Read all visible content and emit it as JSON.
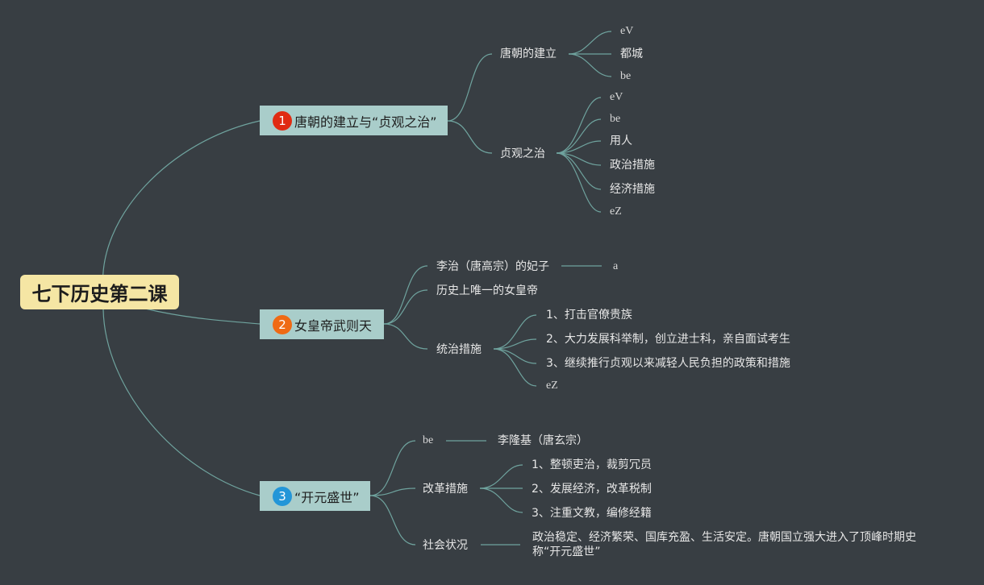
{
  "root": "七下历史第二课",
  "branches": [
    {
      "number": "1",
      "number_color": "#e02b12",
      "label": "唐朝的建立与“贞观之治”",
      "children": [
        {
          "label": "唐朝的建立",
          "items": [
            "eV",
            "都城",
            "be"
          ]
        },
        {
          "label": "贞观之治",
          "items": [
            "eV",
            "be",
            "用人",
            "政治措施",
            "经济措施",
            "eZ"
          ]
        }
      ]
    },
    {
      "number": "2",
      "number_color": "#ef6a14",
      "label": "女皇帝武则天",
      "children": [
        {
          "label": "李治（唐高宗）的妃子",
          "items": [
            "a"
          ]
        },
        {
          "label": "历史上唯一的女皇帝"
        },
        {
          "label": "统治措施",
          "items": [
            "1、打击官僚贵族",
            "2、大力发展科举制，创立进士科，亲自面试考生",
            "3、继续推行贞观以来减轻人民负担的政策和措施",
            "eZ"
          ]
        }
      ]
    },
    {
      "number": "3",
      "number_color": "#2396d8",
      "label": "“开元盛世”",
      "children": [
        {
          "label": "be",
          "items": [
            "李隆基（唐玄宗）"
          ]
        },
        {
          "label": "改革措施",
          "items": [
            "1、整顿吏治，裁剪冗员",
            "2、发展经济，改革税制",
            "3、注重文教，编修经籍"
          ]
        },
        {
          "label": "社会状况",
          "items": [
            "政治稳定、经济繁荣、国库充盈、生活安定。唐朝国立强大进入了顶峰时期史称“开元盛世”"
          ]
        }
      ]
    }
  ],
  "colors": {
    "background": "#383e43",
    "line": "#6fa39e",
    "root": "#f5e6a4",
    "branch": "#a9cdca"
  }
}
